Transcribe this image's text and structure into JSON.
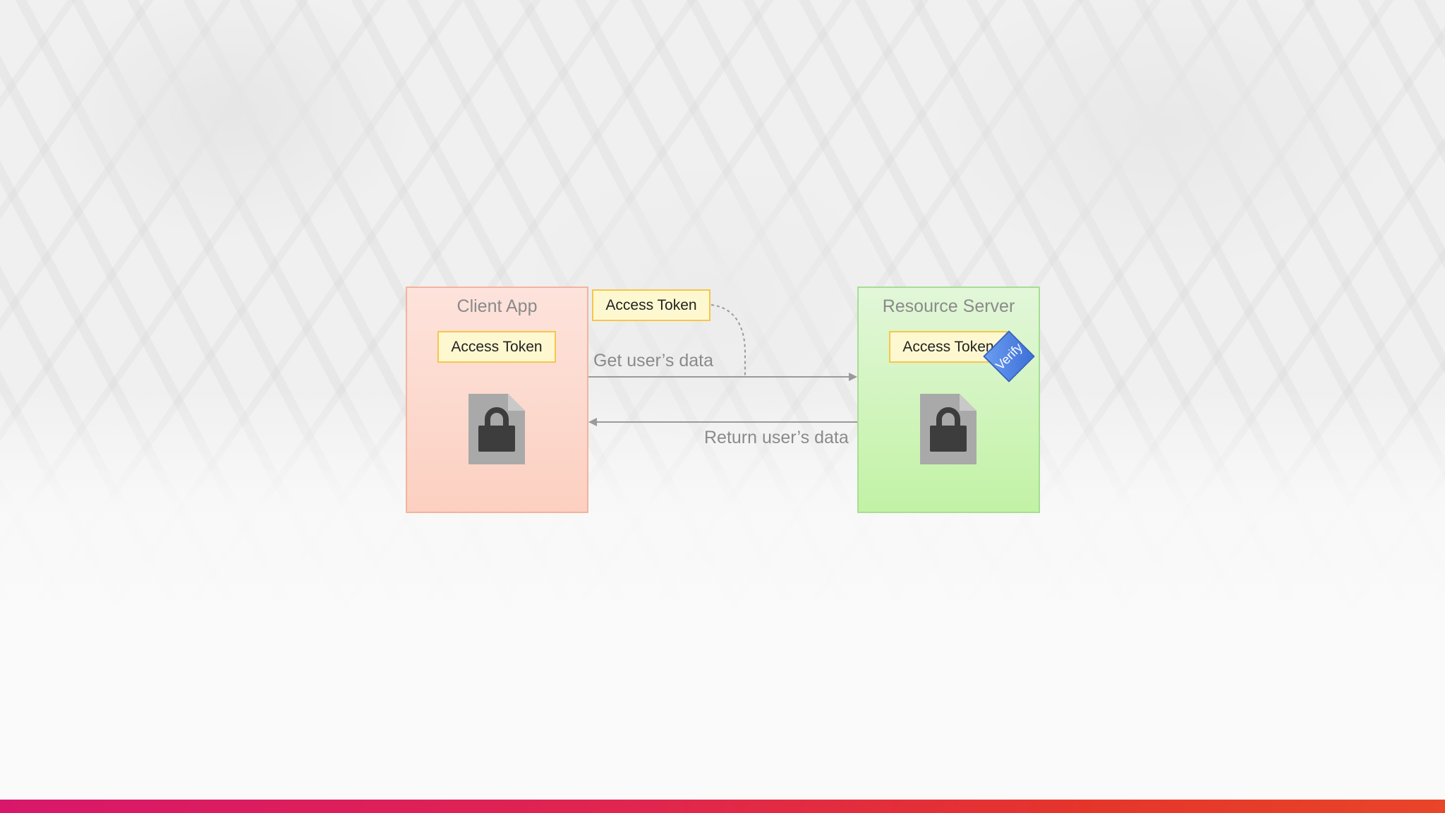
{
  "client": {
    "title": "Client App",
    "token_label": "Access Token"
  },
  "server": {
    "title": "Resource Server",
    "token_label": "Access Token",
    "verify_label": "Verify"
  },
  "flow": {
    "token_label": "Access Token",
    "request_label": "Get user’s data",
    "response_label": "Return user’s data"
  },
  "colors": {
    "client_fill": "#fcd0c1",
    "server_fill": "#c2f2a5",
    "token_fill": "#fef8d0",
    "token_border": "#f6c64a",
    "verify_fill": "#4a7fe0",
    "bottom_stripe": "#e0264e"
  },
  "icons": [
    "lock-document-icon",
    "lock-document-icon"
  ]
}
